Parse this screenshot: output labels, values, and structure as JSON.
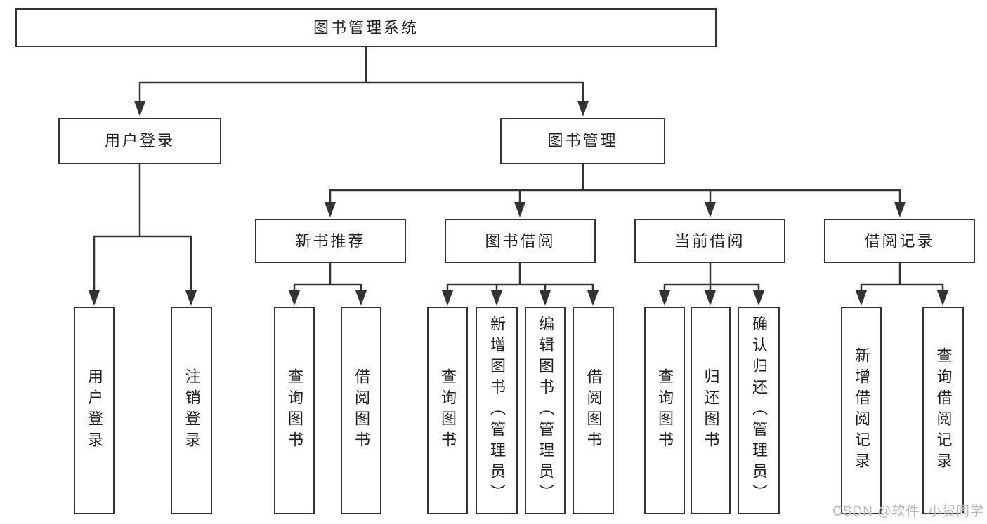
{
  "tree": {
    "root": {
      "label": "图书管理系统"
    },
    "branches": [
      {
        "label": "用户登录",
        "children": [
          {
            "label": "用户登录"
          },
          {
            "label": "注销登录"
          }
        ]
      },
      {
        "label": "图书管理",
        "children": [
          {
            "label": "新书推荐",
            "children": [
              {
                "label": "查询图书"
              },
              {
                "label": "借阅图书"
              }
            ]
          },
          {
            "label": "图书借阅",
            "children": [
              {
                "label": "查询图书"
              },
              {
                "label": "新增图书（管理员）"
              },
              {
                "label": "编辑图书（管理员）"
              },
              {
                "label": "借阅图书"
              }
            ]
          },
          {
            "label": "当前借阅",
            "children": [
              {
                "label": "查询图书"
              },
              {
                "label": "归还图书"
              },
              {
                "label": "确认归还（管理员）"
              }
            ]
          },
          {
            "label": "借阅记录",
            "children": [
              {
                "label": "新增借阅记录"
              },
              {
                "label": "查询借阅记录"
              }
            ]
          }
        ]
      }
    ]
  },
  "watermark": {
    "text": "CSDN @软件_小贺同学"
  },
  "colors": {
    "line": "#333333",
    "box_border": "#333333",
    "text": "#1f1f1f",
    "watermark_text": "#b9b9b9",
    "background": "#ffffff"
  }
}
